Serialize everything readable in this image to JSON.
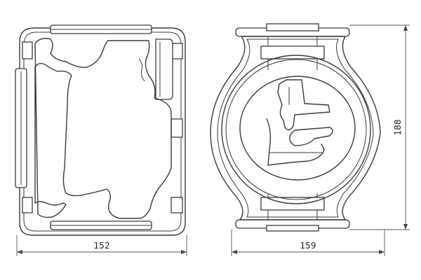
{
  "dimensions": {
    "left_width": "152",
    "right_width": "159",
    "right_height": "188"
  }
}
